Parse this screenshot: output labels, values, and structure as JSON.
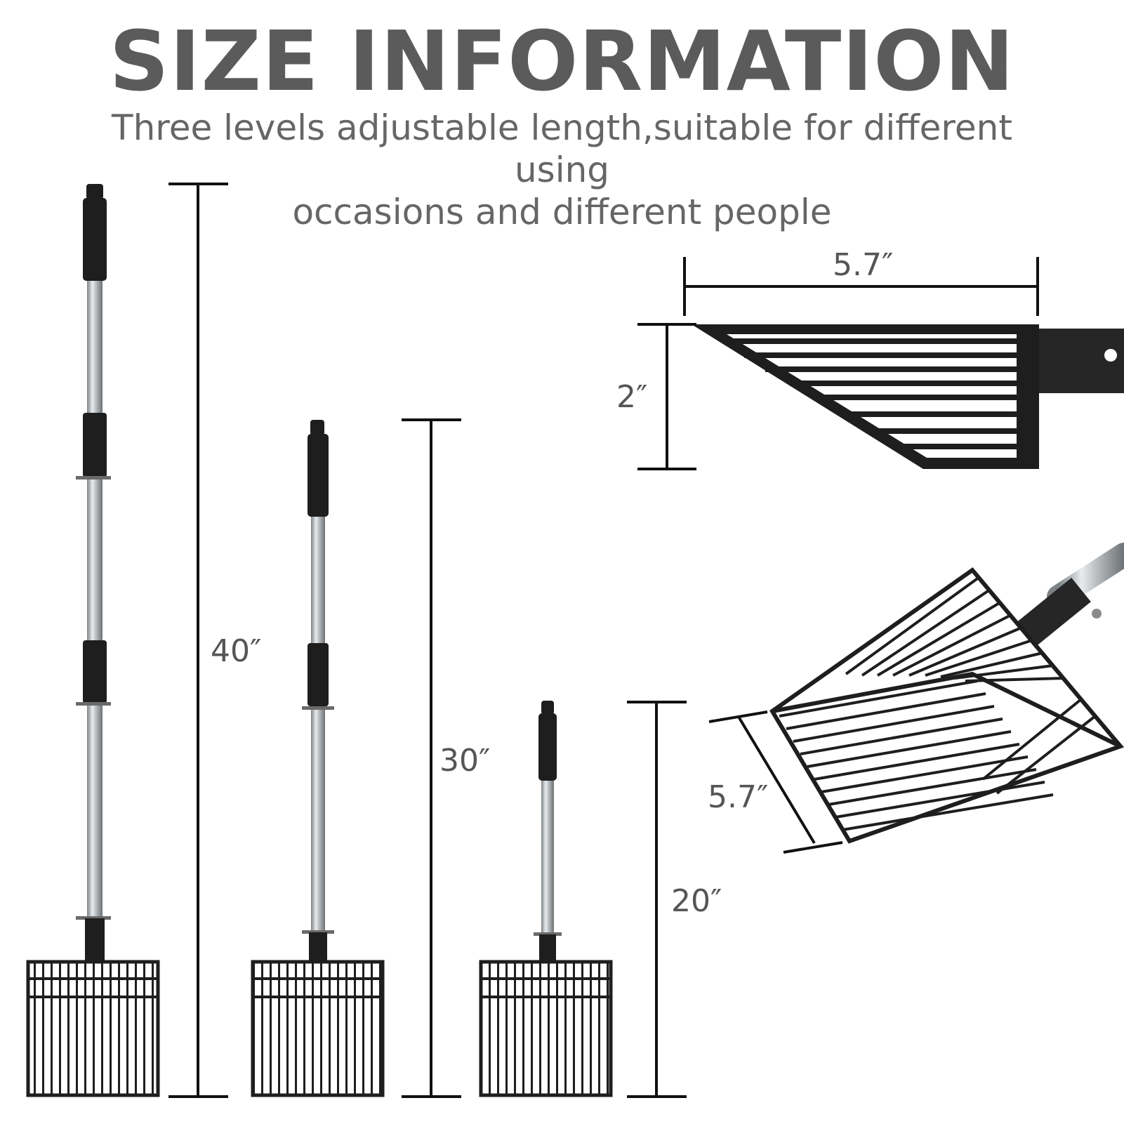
{
  "header": {
    "title": "SIZE INFORMATION",
    "subtitle_line1": "Three levels adjustable length,suitable for different using",
    "subtitle_line2": "occasions and different people"
  },
  "dimensions": {
    "long_length": "40″",
    "medium_length": "30″",
    "short_length": "20″",
    "scoop_width_top": "5.7″",
    "scoop_depth": "2″",
    "scoop_width_angled": "5.7″"
  },
  "colors": {
    "text": "#5b5b5b",
    "scoop": "#1e1e1e",
    "handle_steel": "#b9bdc0"
  }
}
